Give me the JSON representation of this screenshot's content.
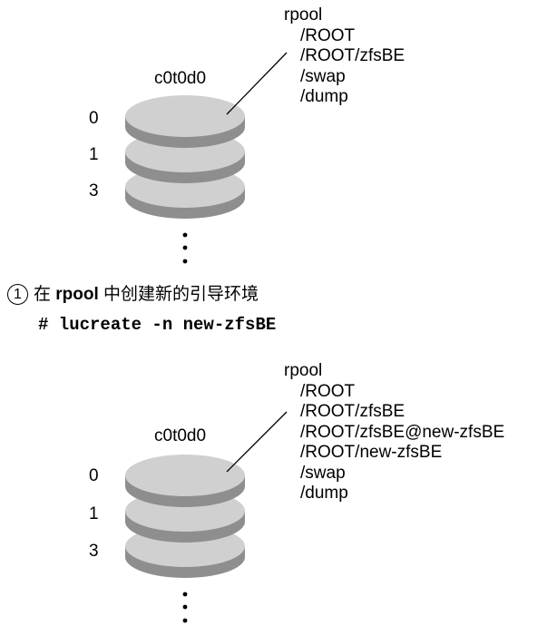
{
  "panels": [
    {
      "disk_label": "c0t0d0",
      "slices": [
        "0",
        "1",
        "3"
      ],
      "pool": {
        "name": "rpool",
        "datasets": [
          "/ROOT",
          "/ROOT/zfsBE",
          "/swap",
          "/dump"
        ]
      }
    },
    {
      "disk_label": "c0t0d0",
      "slices": [
        "0",
        "1",
        "3"
      ],
      "pool": {
        "name": "rpool",
        "datasets": [
          "/ROOT",
          "/ROOT/zfsBE",
          "/ROOT/zfsBE@new-zfsBE",
          "/ROOT/new-zfsBE",
          "/swap",
          "/dump"
        ]
      }
    }
  ],
  "step": {
    "number": "1",
    "text_before": "在 ",
    "text_bold": "rpool",
    "text_after": " 中创建新的引导环境",
    "command": "# lucreate -n new-zfsBE"
  },
  "colors": {
    "platter_top": "#d0d0d0",
    "platter_side": "#8e8e8e",
    "outline": "#000000"
  }
}
